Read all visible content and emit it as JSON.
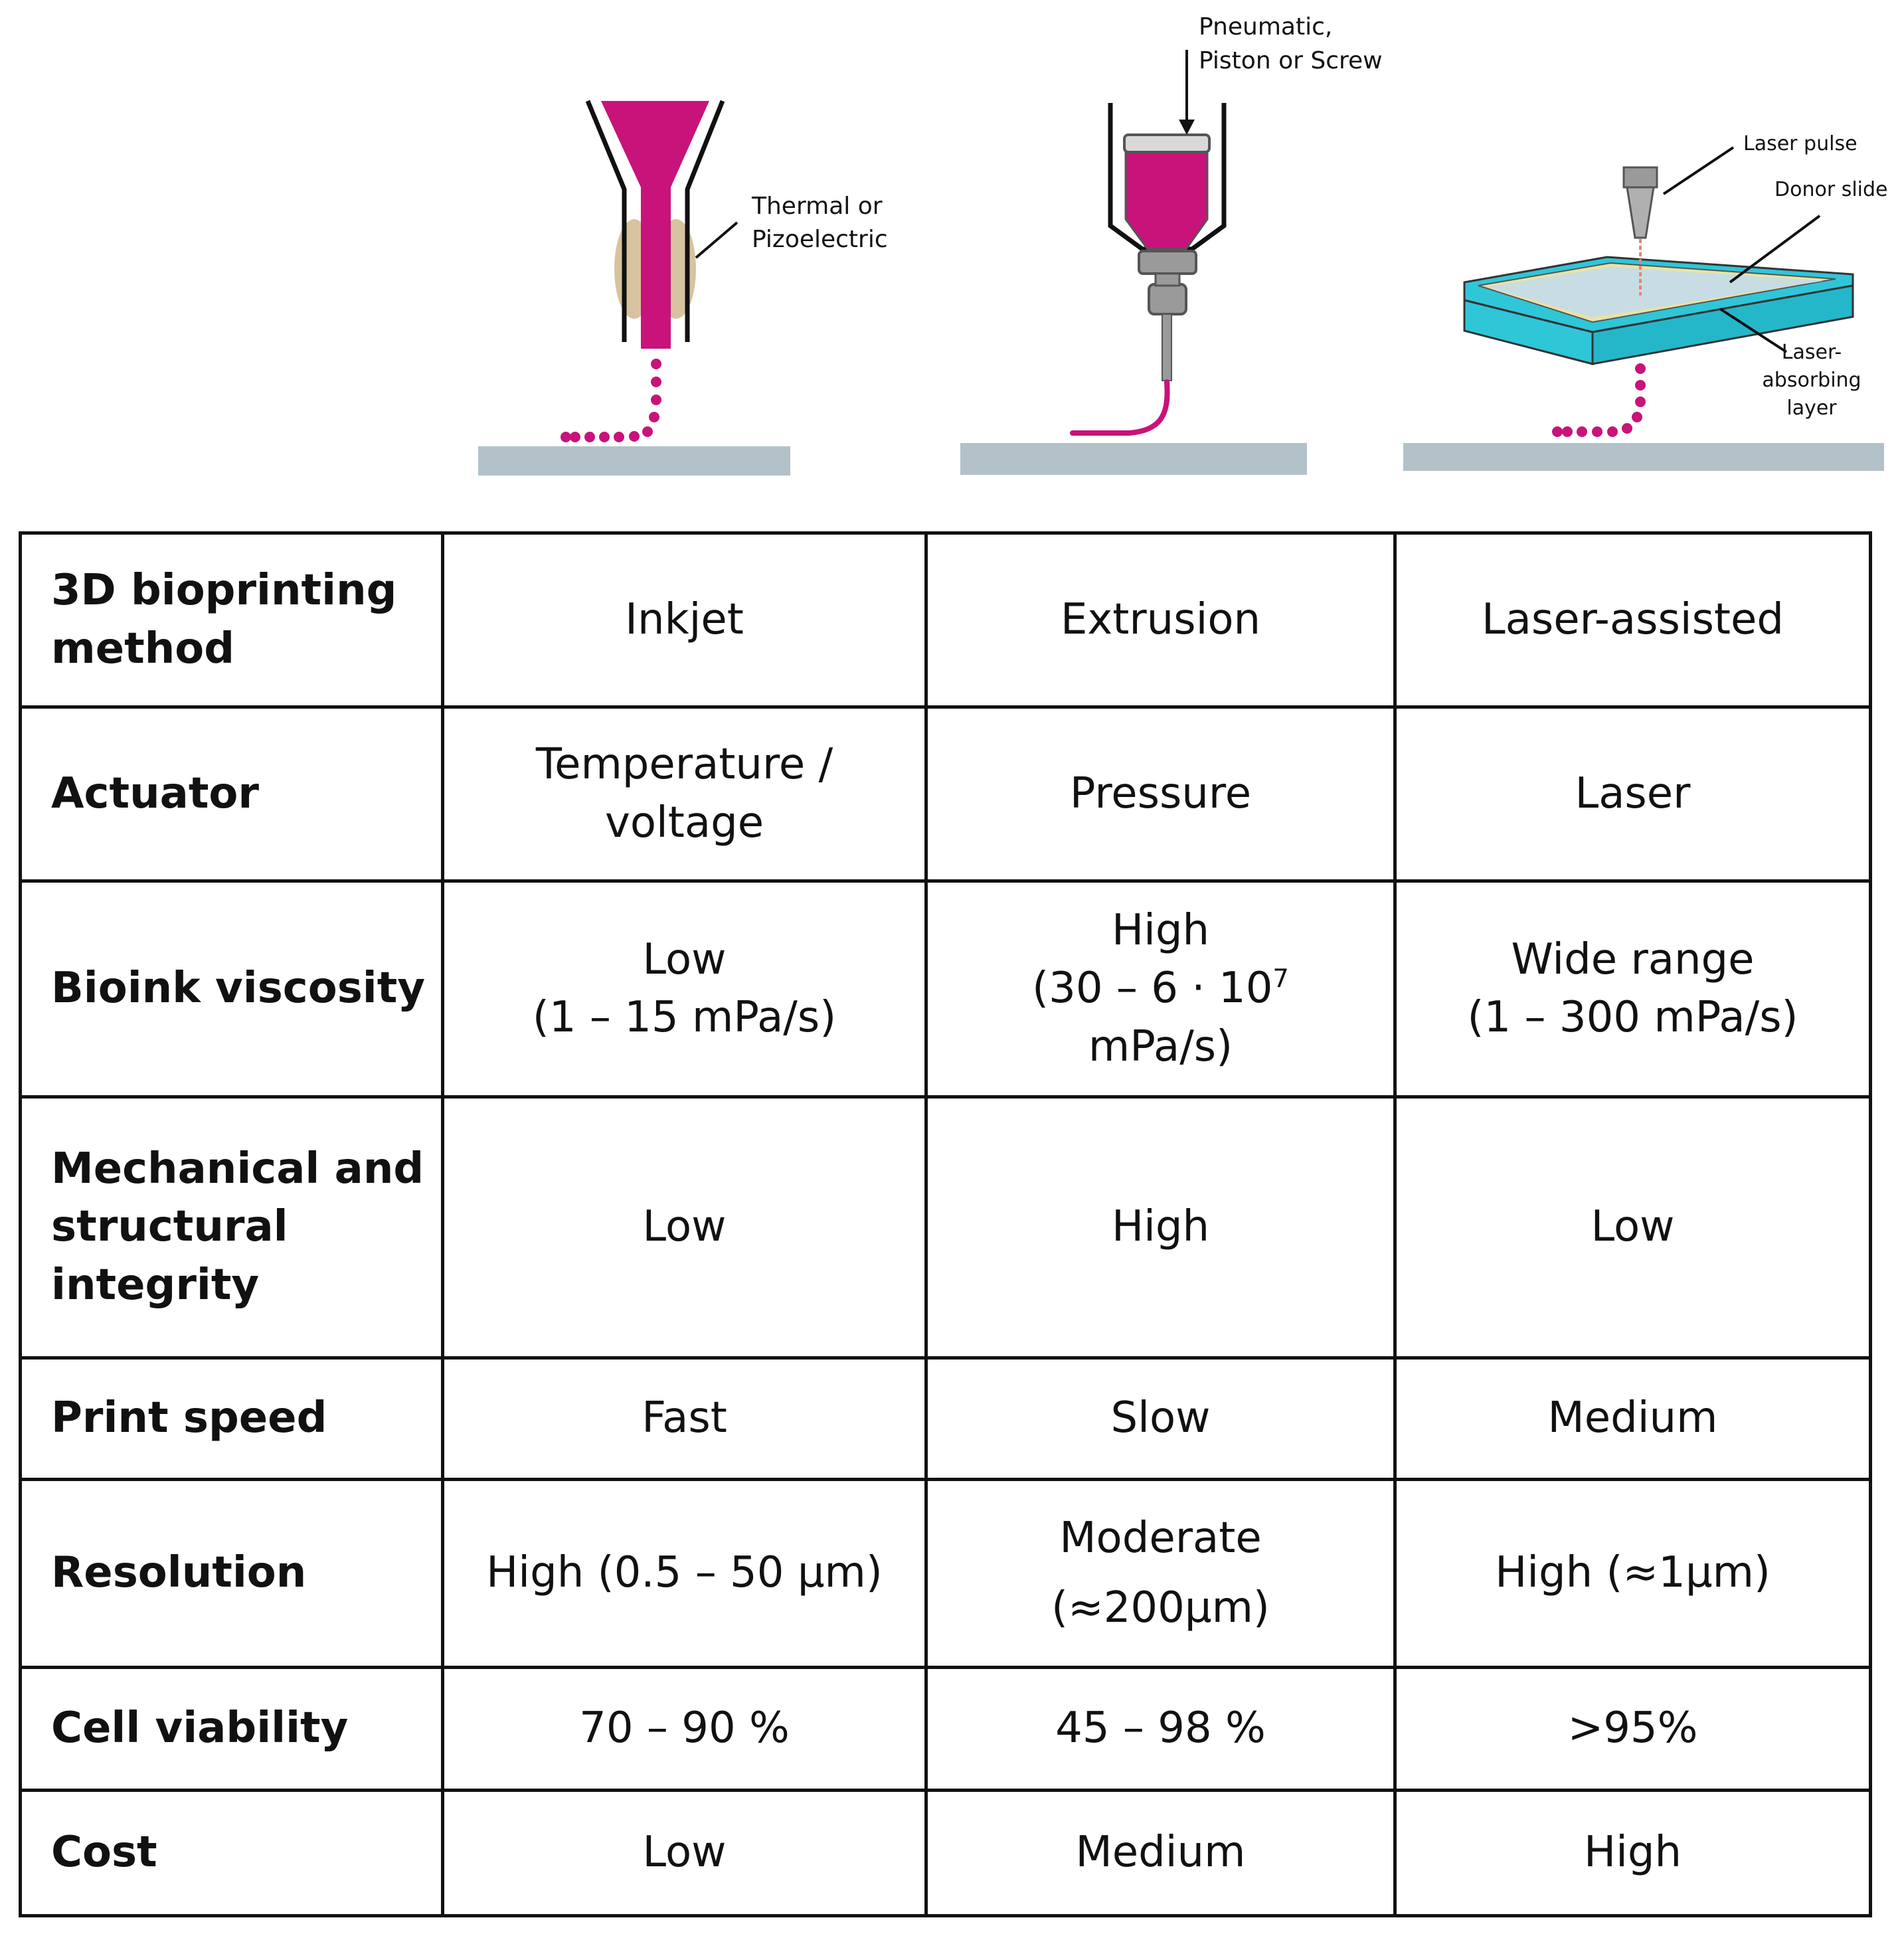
{
  "illustrations": {
    "inkjet": {
      "label_line1": "Thermal or",
      "label_line2": "Pizoelectric"
    },
    "extrusion": {
      "label_line1": "Pneumatic,",
      "label_line2": "Piston or Screw"
    },
    "laser": {
      "label_pulse": "Laser pulse",
      "label_donor": "Donor slide",
      "label_layer_line1": "Laser-",
      "label_layer_line2": "absorbing",
      "label_layer_line3": "layer"
    },
    "colors": {
      "ink": "#c8137a",
      "substrate": "#b3c2c8",
      "slide": "#2fc6d8",
      "pad": "#d8c3a0",
      "gray": "#9a9a9a"
    }
  },
  "table": {
    "header": {
      "label_line1": "3D bioprinting",
      "label_line2": "method",
      "inkjet": "Inkjet",
      "extrusion": "Extrusion",
      "laser": "Laser-assisted"
    },
    "actuator": {
      "label": "Actuator",
      "inkjet_line1": "Temperature /",
      "inkjet_line2": "voltage",
      "extrusion": "Pressure",
      "laser": "Laser"
    },
    "viscosity": {
      "label": "Bioink viscosity",
      "inkjet_line1": "Low",
      "inkjet_line2": "(1 – 15 mPa/s)",
      "extrusion_line1": "High",
      "extrusion_line2_pre": "(30 – 6 · 10",
      "extrusion_line2_sup": "7",
      "extrusion_line3": "mPa/s)",
      "laser_line1": "Wide range",
      "laser_line2": "(1 – 300 mPa/s)"
    },
    "integrity": {
      "label_line1": "Mechanical and",
      "label_line2": "structural",
      "label_line3": "integrity",
      "inkjet": "Low",
      "extrusion": "High",
      "laser": "Low"
    },
    "speed": {
      "label": "Print speed",
      "inkjet": "Fast",
      "extrusion": "Slow",
      "laser": "Medium"
    },
    "resolution": {
      "label": "Resolution",
      "inkjet": "High (0.5 – 50 µm)",
      "extrusion_line1": "Moderate",
      "extrusion_line2": "(≈200µm)",
      "laser": "High (≈1µm)"
    },
    "viability": {
      "label": "Cell viability",
      "inkjet": "70 – 90 %",
      "extrusion": "45 – 98 %",
      "laser": ">95%"
    },
    "cost": {
      "label": "Cost",
      "inkjet": "Low",
      "extrusion": "Medium",
      "laser": "High"
    }
  }
}
